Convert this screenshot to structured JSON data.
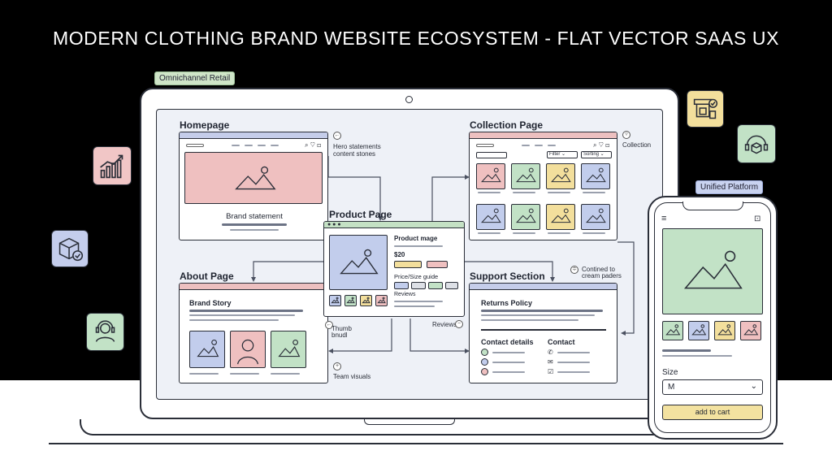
{
  "title": "MODERN CLOTHING BRAND WEBSITE ECOSYSTEM - FLAT VECTOR SAAS UX",
  "tags": {
    "omnichannel": "Omnichannel Retail",
    "unified": "Unified Platform"
  },
  "homepage": {
    "title": "Homepage",
    "brand_statement": "Brand statement",
    "annotation_line1": "Hero statements",
    "annotation_line2": "content stones"
  },
  "collection": {
    "title": "Collection Page",
    "filter": "Filter",
    "sorting": "Sorting",
    "annotation": "Collection",
    "tile_colors": [
      "pink",
      "green",
      "yellow",
      "blue",
      "blue",
      "green",
      "yellow",
      "blue"
    ]
  },
  "product": {
    "title": "Product Page",
    "image_label": "Product mage",
    "price": "$20",
    "size_guide": "Price/Size guide",
    "reviews": "Reviews",
    "thumb_colors": [
      "blue",
      "green",
      "yellow",
      "pink"
    ],
    "thumb_annotation_line1": "Thumb",
    "thumb_annotation_line2": "bnudl",
    "reviews_annotation": "Reviews"
  },
  "about": {
    "title": "About Page",
    "brand_story": "Brand Story",
    "team_annotation": "Team visuals"
  },
  "support": {
    "title": "Support Section",
    "returns": "Returns Policy",
    "contact_details": "Contact details",
    "contact": "Contact",
    "annotation_line1": "Contined to",
    "annotation_line2": "cream paders"
  },
  "phone": {
    "size_label": "Size",
    "size_value": "M",
    "cart_button": "add to cart",
    "thumb_colors": [
      "green",
      "blue",
      "yellow",
      "pink"
    ]
  },
  "colors": {
    "pink": "#efc0c0",
    "blue": "#c2cdec",
    "green": "#c2e2c6",
    "yellow": "#f3df9c",
    "outline": "#2a2e38",
    "screen_bg": "#eef1f7"
  },
  "icons": [
    "growth-chart-icon",
    "package-check-icon",
    "support-headset-icon",
    "shop-stand-icon",
    "headset-package-icon"
  ]
}
